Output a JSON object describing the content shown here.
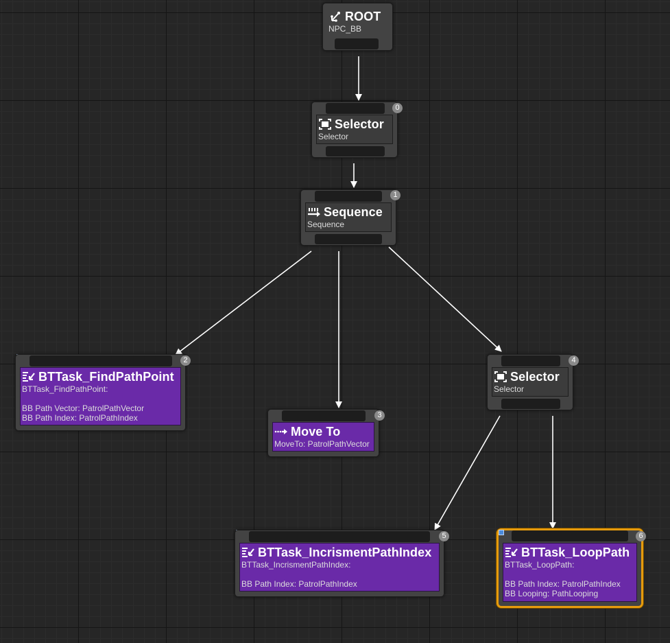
{
  "colors": {
    "task": "#6a2aa8",
    "composite": "#3c3c3c",
    "selection": "#e69b0d",
    "wire": "#ffffff"
  },
  "nodes": {
    "root": {
      "title": "ROOT",
      "sub": "NPC_BB",
      "icon": "root-icon"
    },
    "selector0": {
      "title": "Selector",
      "sub": "Selector",
      "index": "0",
      "icon": "selector-icon"
    },
    "sequence1": {
      "title": "Sequence",
      "sub": "Sequence",
      "index": "1",
      "icon": "sequence-icon"
    },
    "findPath": {
      "title": "BTTask_FindPathPoint",
      "index": "2",
      "icon": "bp-task-icon",
      "lines": [
        "BTTask_FindPathPoint:",
        "",
        "BB Path Vector: PatrolPathVector",
        "BB Path Index: PatrolPathIndex"
      ]
    },
    "moveTo": {
      "title": "Move To",
      "sub": "MoveTo: PatrolPathVector",
      "index": "3",
      "icon": "move-to-icon"
    },
    "selector4": {
      "title": "Selector",
      "sub": "Selector",
      "index": "4",
      "icon": "selector-icon"
    },
    "increment": {
      "title": "BTTask_IncrismentPathIndex",
      "index": "5",
      "icon": "bp-task-icon",
      "lines": [
        "BTTask_IncrismentPathIndex:",
        "",
        "BB Path Index: PatrolPathIndex"
      ]
    },
    "loopPath": {
      "title": "BTTask_LoopPath",
      "index": "6",
      "icon": "bp-task-icon",
      "selected": true,
      "lines": [
        "BTTask_LoopPath:",
        "",
        "BB Path Index: PatrolPathIndex",
        "BB Looping: PathLooping"
      ]
    }
  }
}
